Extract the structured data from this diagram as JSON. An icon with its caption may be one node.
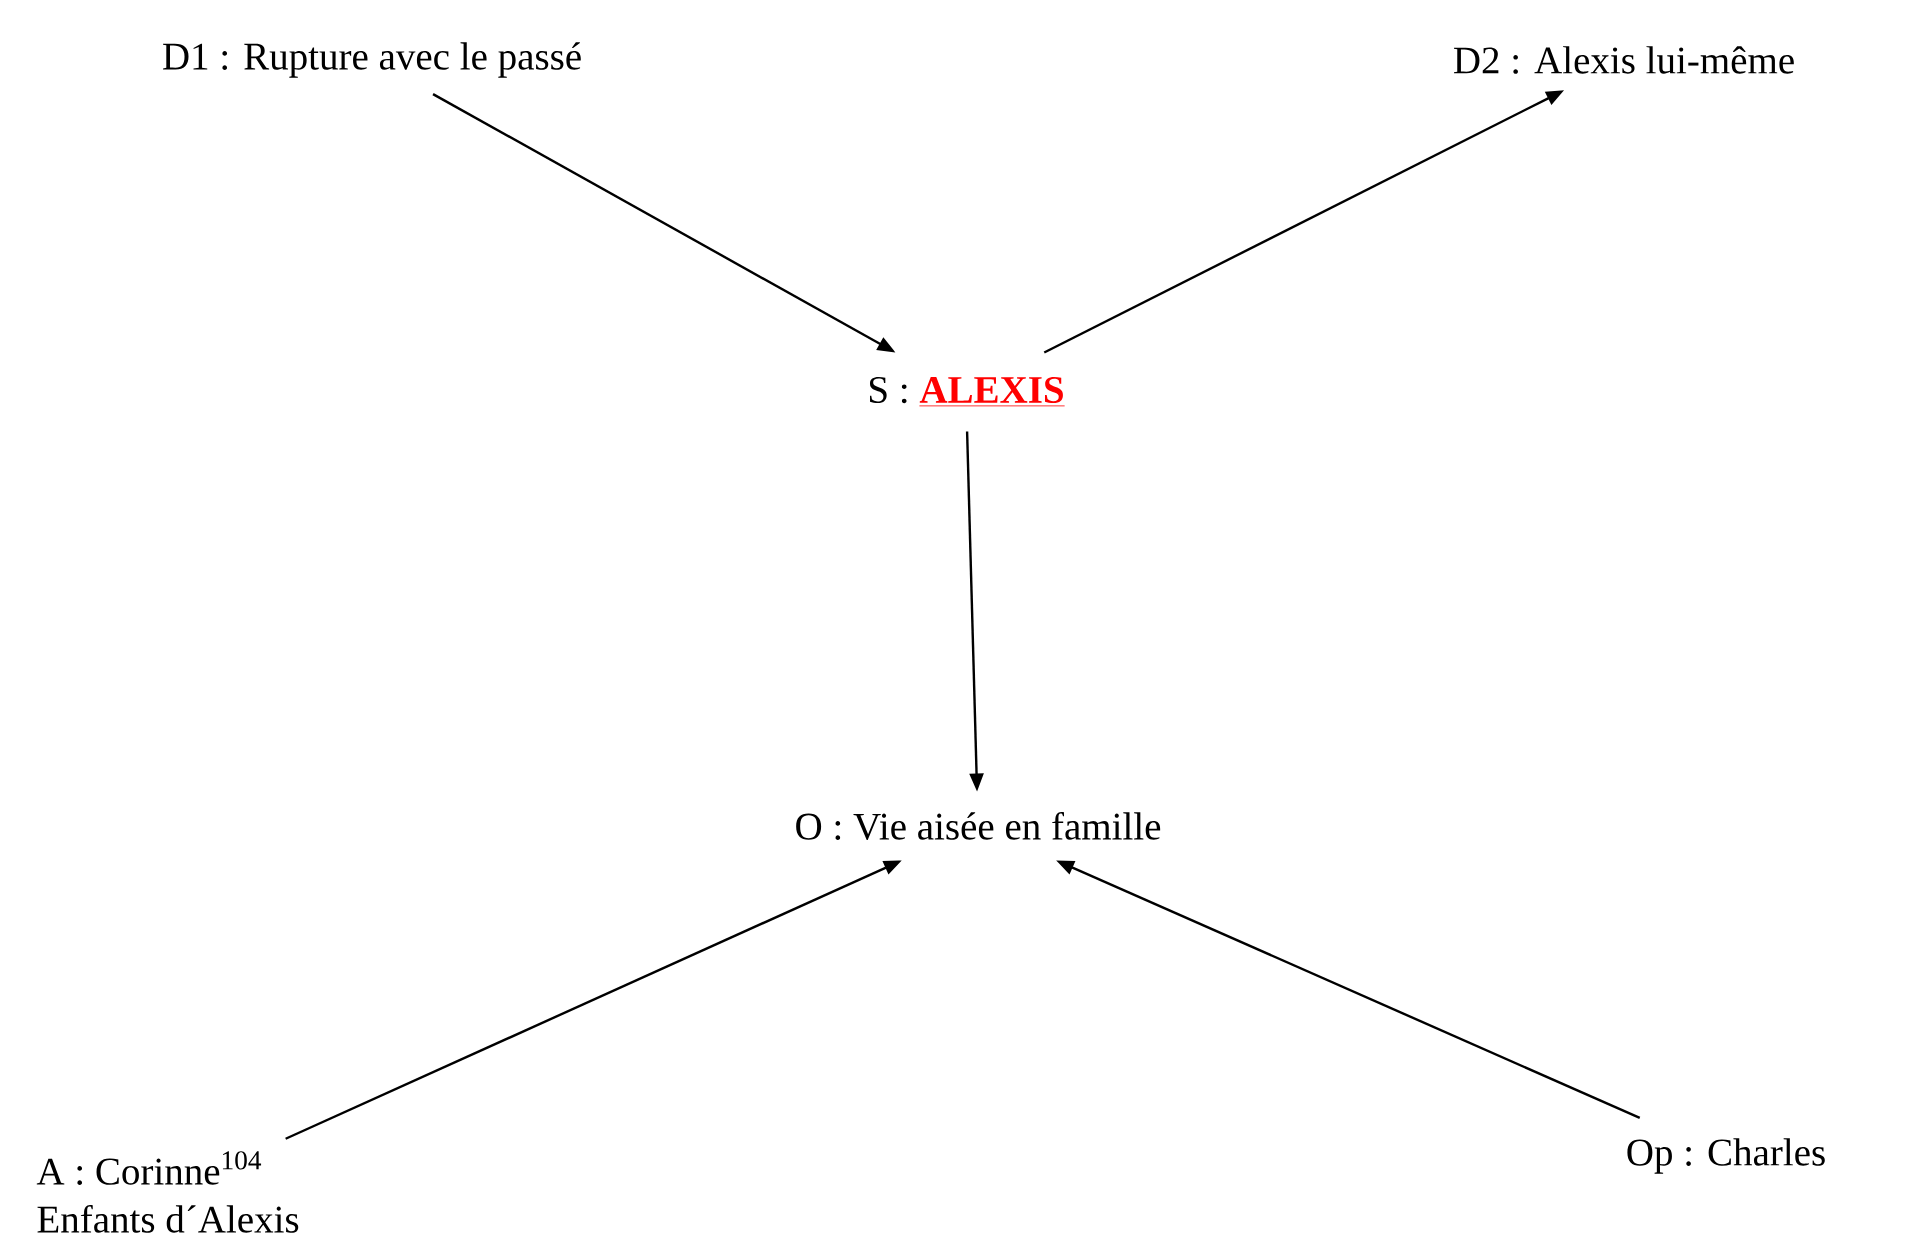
{
  "diagram": {
    "nodes": [
      {
        "text": [
          "D1 : Rupture avec le passé"
        ]
      },
      {
        "text": [
          "D2 : Alexis lui-même"
        ]
      },
      {
        "text": [
          "S :",
          "ALEXIS"
        ]
      },
      {
        "text": [
          "O : Vie aisée en famille"
        ]
      },
      {
        "text": [
          "A : Corinne$^{104}$",
          "Enfants d´Alexis"
        ]
      },
      {
        "text": [
          "Op : Charles"
        ]
      }
    ],
    "edges": [
      {
        "from": 0,
        "to": 2,
        "arrow": "to"
      },
      {
        "from": 2,
        "to": 1,
        "arrow": "to"
      },
      {
        "from": 2,
        "to": 3,
        "arrow": "to"
      },
      {
        "from": 4,
        "to": 3,
        "arrow": "to"
      },
      {
        "from": 5,
        "to": 3,
        "arrow": "to"
      }
    ]
  }
}
